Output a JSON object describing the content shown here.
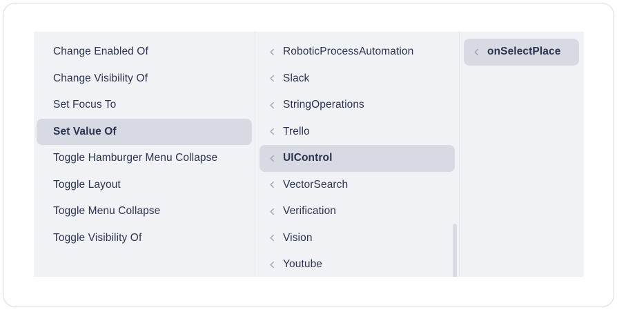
{
  "window": {
    "border_color": "#d6d9e1",
    "background": "#ffffff"
  },
  "menu": {
    "panel_background": "#f1f2f5",
    "selected_background": "#d7dae2",
    "text_color": "#2b3350",
    "chevron_color": "#9b9fab",
    "chevron_icon": "chevron-left-icon",
    "columns": [
      {
        "name": "actions",
        "has_chevron": false,
        "items": [
          {
            "label": "Change Enabled Of",
            "selected": false
          },
          {
            "label": "Change Visibility Of",
            "selected": false
          },
          {
            "label": "Set Focus To",
            "selected": false
          },
          {
            "label": "Set Value Of",
            "selected": true
          },
          {
            "label": "Toggle Hamburger Menu Collapse",
            "selected": false
          },
          {
            "label": "Toggle Layout",
            "selected": false
          },
          {
            "label": "Toggle Menu Collapse",
            "selected": false
          },
          {
            "label": "Toggle Visibility Of",
            "selected": false
          }
        ]
      },
      {
        "name": "modules",
        "has_chevron": true,
        "scrollbar": true,
        "items": [
          {
            "label": "RoboticProcessAutomation",
            "selected": false
          },
          {
            "label": "Slack",
            "selected": false
          },
          {
            "label": "StringOperations",
            "selected": false
          },
          {
            "label": "Trello",
            "selected": false
          },
          {
            "label": "UIControl",
            "selected": true
          },
          {
            "label": "VectorSearch",
            "selected": false
          },
          {
            "label": "Verification",
            "selected": false
          },
          {
            "label": "Vision",
            "selected": false
          },
          {
            "label": "Youtube",
            "selected": false
          }
        ]
      },
      {
        "name": "events",
        "has_chevron": true,
        "items": [
          {
            "label": "onSelectPlace",
            "selected": true
          }
        ]
      }
    ]
  }
}
